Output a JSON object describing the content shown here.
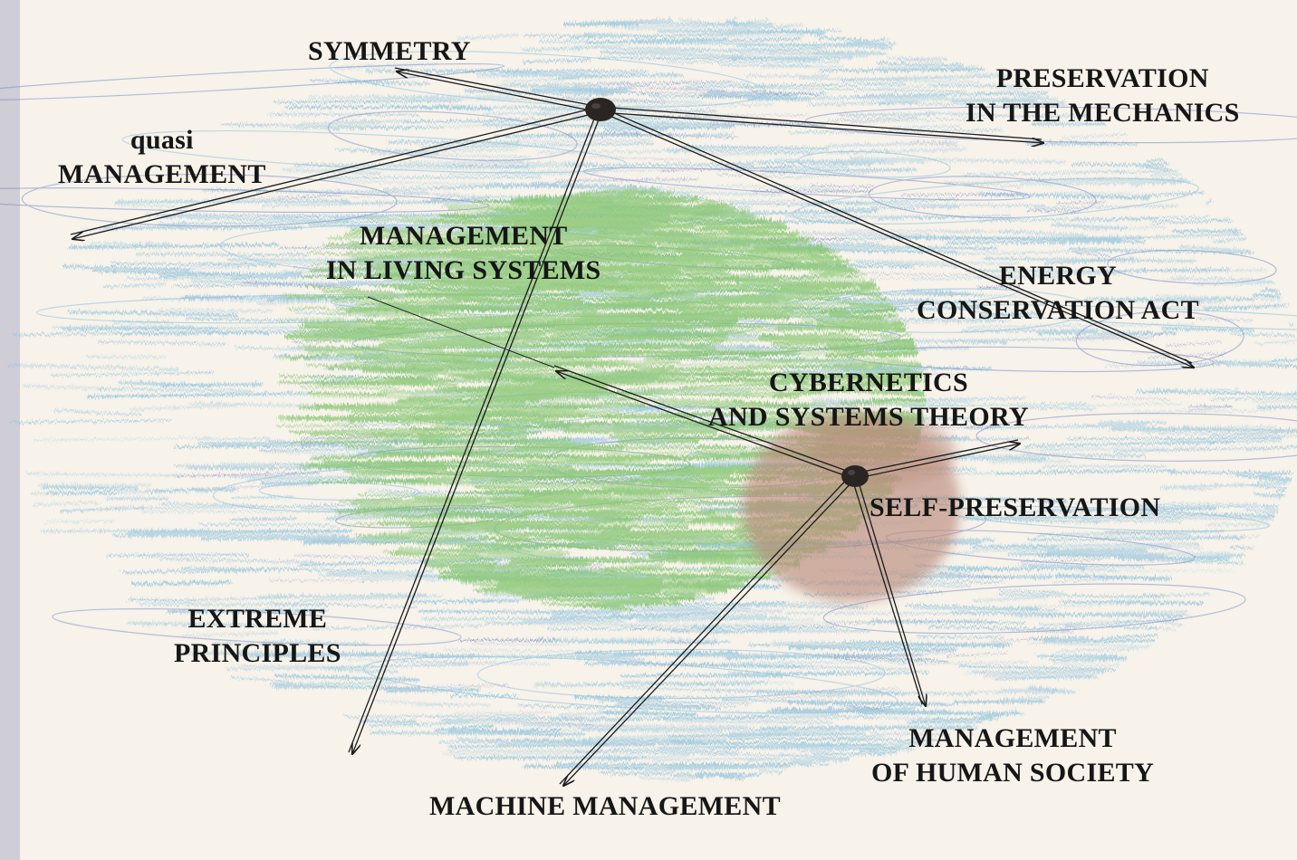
{
  "diagram": {
    "colors": {
      "paper": "#f7f2ea",
      "blue_scribble": "#8fc3dd",
      "blue_dark_scribble": "#7d8fc6",
      "green_scribble": "#86c56f",
      "brown_scribble": "#b98a7a",
      "ink": "#1b1b1b",
      "node": "#2a2523"
    },
    "labels": {
      "symmetry": "SYMMETRY",
      "preservation_line1": "PRESERVATION",
      "preservation_line2": "IN THE MECHANICS",
      "quasi_line1": "quasi",
      "quasi_line2": "MANAGEMENT",
      "living_line1": "MANAGEMENT",
      "living_line2": "IN LIVING SYSTEMS",
      "energy_line1": "ENERGY",
      "energy_line2": "CONSERVATION ACT",
      "cybernetics_line1": "CYBERNETICS",
      "cybernetics_line2": "AND SYSTEMS THEORY",
      "self_preservation": "SELF-PRESERVATION",
      "extreme_line1": "EXTREME",
      "extreme_line2": "PRINCIPLES",
      "human_line1": "MANAGEMENT",
      "human_line2": "OF HUMAN SOCIETY",
      "machine": "MACHINE MANAGEMENT"
    }
  }
}
